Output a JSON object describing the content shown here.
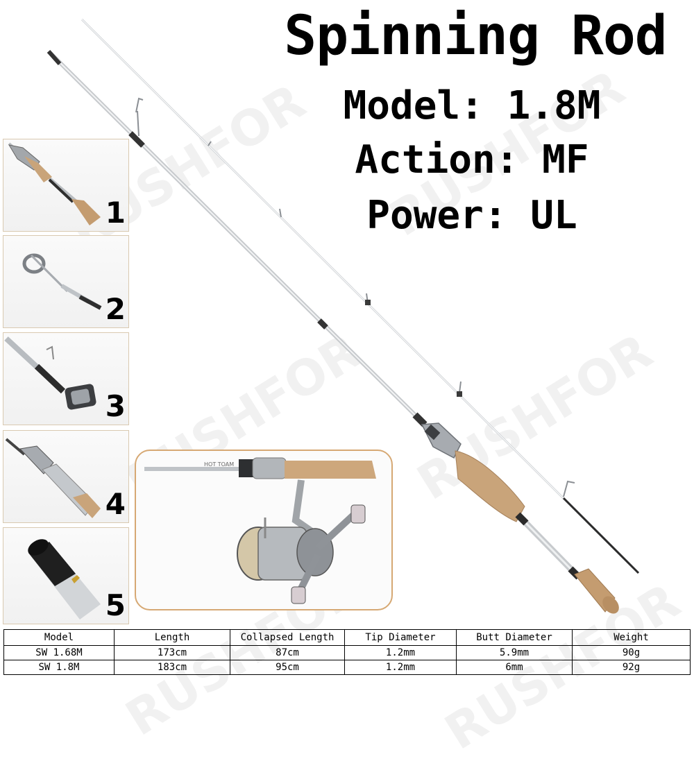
{
  "headline": {
    "title": "Spinning Rod",
    "model": "Model: 1.8M",
    "action": "Action: MF",
    "power": "Power: UL"
  },
  "watermark": "RUSHFOR",
  "details": [
    {
      "number": "1",
      "subject": "cork-handle-icon"
    },
    {
      "number": "2",
      "subject": "rod-tip-guide-icon"
    },
    {
      "number": "3",
      "subject": "line-guide-icon"
    },
    {
      "number": "4",
      "subject": "reel-seat-icon"
    },
    {
      "number": "5",
      "subject": "butt-cap-icon"
    }
  ],
  "inset_label": "HOT TOAM",
  "table": {
    "headers": [
      "Model",
      "Length",
      "Collapsed Length",
      "Tip Diameter",
      "Butt Diameter",
      "Weight"
    ],
    "rows": [
      [
        "SW 1.68M",
        "173cm",
        "87cm",
        "1.2mm",
        "5.9mm",
        "90g"
      ],
      [
        "SW 1.8M",
        "183cm",
        "95cm",
        "1.2mm",
        "6mm",
        "92g"
      ]
    ]
  },
  "colors": {
    "cork": "#c9a47a",
    "blank": "#cfd2d6",
    "metal": "#9ea3a8",
    "inset_border": "#d6a873"
  }
}
